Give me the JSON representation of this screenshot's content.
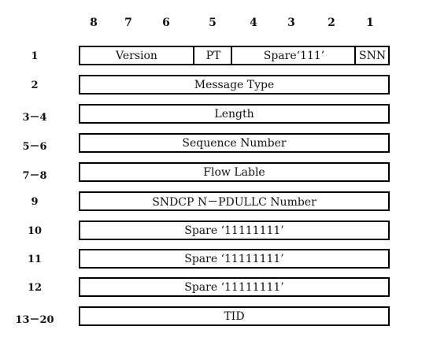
{
  "bit_headers": [
    "8",
    "7",
    "6",
    "5",
    "4",
    "3",
    "2",
    "1"
  ],
  "rows": [
    {
      "octet": "1",
      "fields": [
        "Version",
        "PT",
        "Spare‘111’",
        "SNN"
      ]
    },
    {
      "octet": "2",
      "label": "Message Type"
    },
    {
      "octet": "3－4",
      "label": "Length"
    },
    {
      "octet": "5－6",
      "label": "Sequence Number"
    },
    {
      "octet": "7－8",
      "label": "Flow Lable"
    },
    {
      "octet": "9",
      "label": "SNDCP N－PDULLC Number"
    },
    {
      "octet": "10",
      "label": "Spare ‘11111111’"
    },
    {
      "octet": "11",
      "label": "Spare ‘11111111’"
    },
    {
      "octet": "12",
      "label": "Spare ‘11111111’"
    },
    {
      "octet": "13－20",
      "label": "TID"
    }
  ]
}
